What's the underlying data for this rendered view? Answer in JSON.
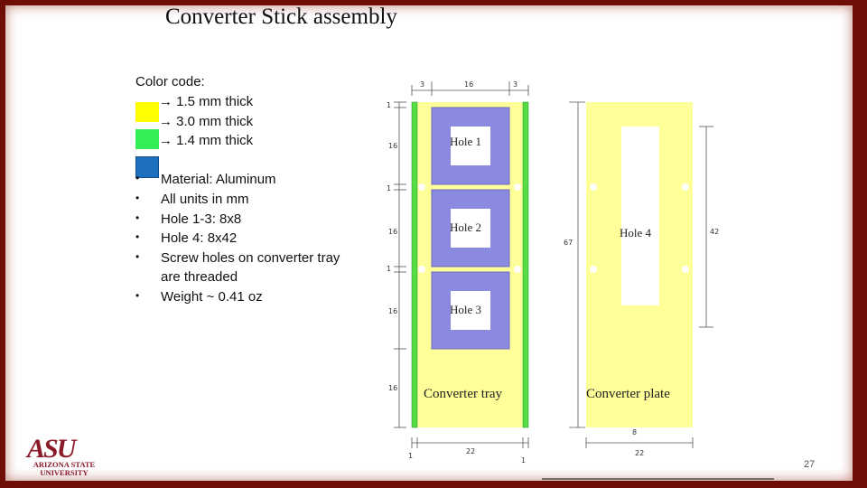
{
  "title": "Converter Stick assembly",
  "legend": {
    "heading": "Color code:",
    "items": [
      {
        "text": "→ 1.5 mm thick",
        "color": "#ffff00"
      },
      {
        "text": "→ 3.0 mm thick",
        "color": "#33ee55"
      },
      {
        "text": "→ 1.4 mm thick",
        "color": "#1f6fbf"
      }
    ]
  },
  "bullets": [
    "Material: Aluminum",
    "All units in mm",
    "Hole 1-3: 8x8",
    "Hole 4: 8x42",
    "Screw holes on converter tray",
    "are threaded",
    "Weight ~ 0.41 oz"
  ],
  "diagram": {
    "tray_label": "Converter tray",
    "plate_label": "Converter plate",
    "holes": [
      "Hole 1",
      "Hole 2",
      "Hole 3",
      "Hole 4"
    ],
    "dims_top": [
      "3",
      "16",
      "3"
    ],
    "dims_left": [
      "1",
      "16",
      "1",
      "16",
      "1",
      "16",
      "16"
    ],
    "dim_tray_height": "67",
    "dim_hole4": "42",
    "dim_plate_width_inner": "8",
    "dims_bottom_tray": [
      "1",
      "22",
      "1"
    ],
    "dim_plate_bottom": "22"
  },
  "logo": {
    "mark": "ASU",
    "line1": "ARIZONA STATE",
    "line2": "UNIVERSITY"
  },
  "page_number": "27",
  "colors": {
    "background": "#6e0e06",
    "tray_fill": "#ffff99",
    "tray_rails": "#55dd44",
    "window_fill": "#8a8ae0",
    "plate_fill": "#ffff99",
    "logo": "#8b1a2b"
  }
}
